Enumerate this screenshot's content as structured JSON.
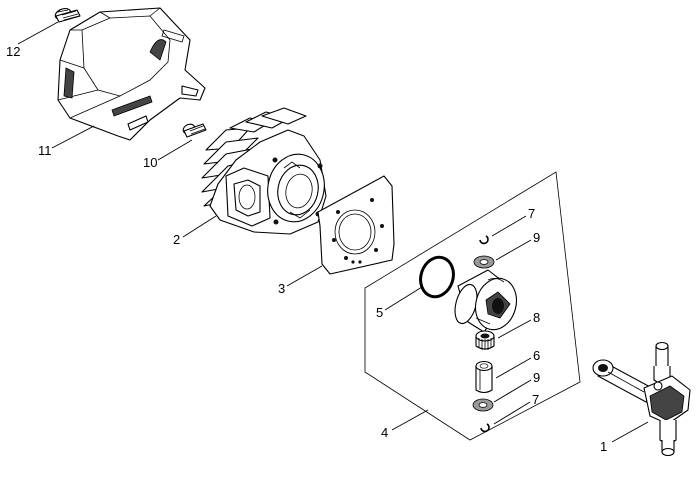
{
  "callouts": [
    {
      "id": "c12",
      "label": "12"
    },
    {
      "id": "c11",
      "label": "11"
    },
    {
      "id": "c10",
      "label": "10"
    },
    {
      "id": "c2",
      "label": "2"
    },
    {
      "id": "c3",
      "label": "3"
    },
    {
      "id": "c5",
      "label": "5"
    },
    {
      "id": "c4",
      "label": "4"
    },
    {
      "id": "c7a",
      "label": "7"
    },
    {
      "id": "c9a",
      "label": "9"
    },
    {
      "id": "c8",
      "label": "8"
    },
    {
      "id": "c6",
      "label": "6"
    },
    {
      "id": "c9b",
      "label": "9"
    },
    {
      "id": "c7b",
      "label": "7"
    },
    {
      "id": "c1",
      "label": "1"
    }
  ],
  "colors": {
    "ink": "#000000",
    "background": "#ffffff"
  }
}
